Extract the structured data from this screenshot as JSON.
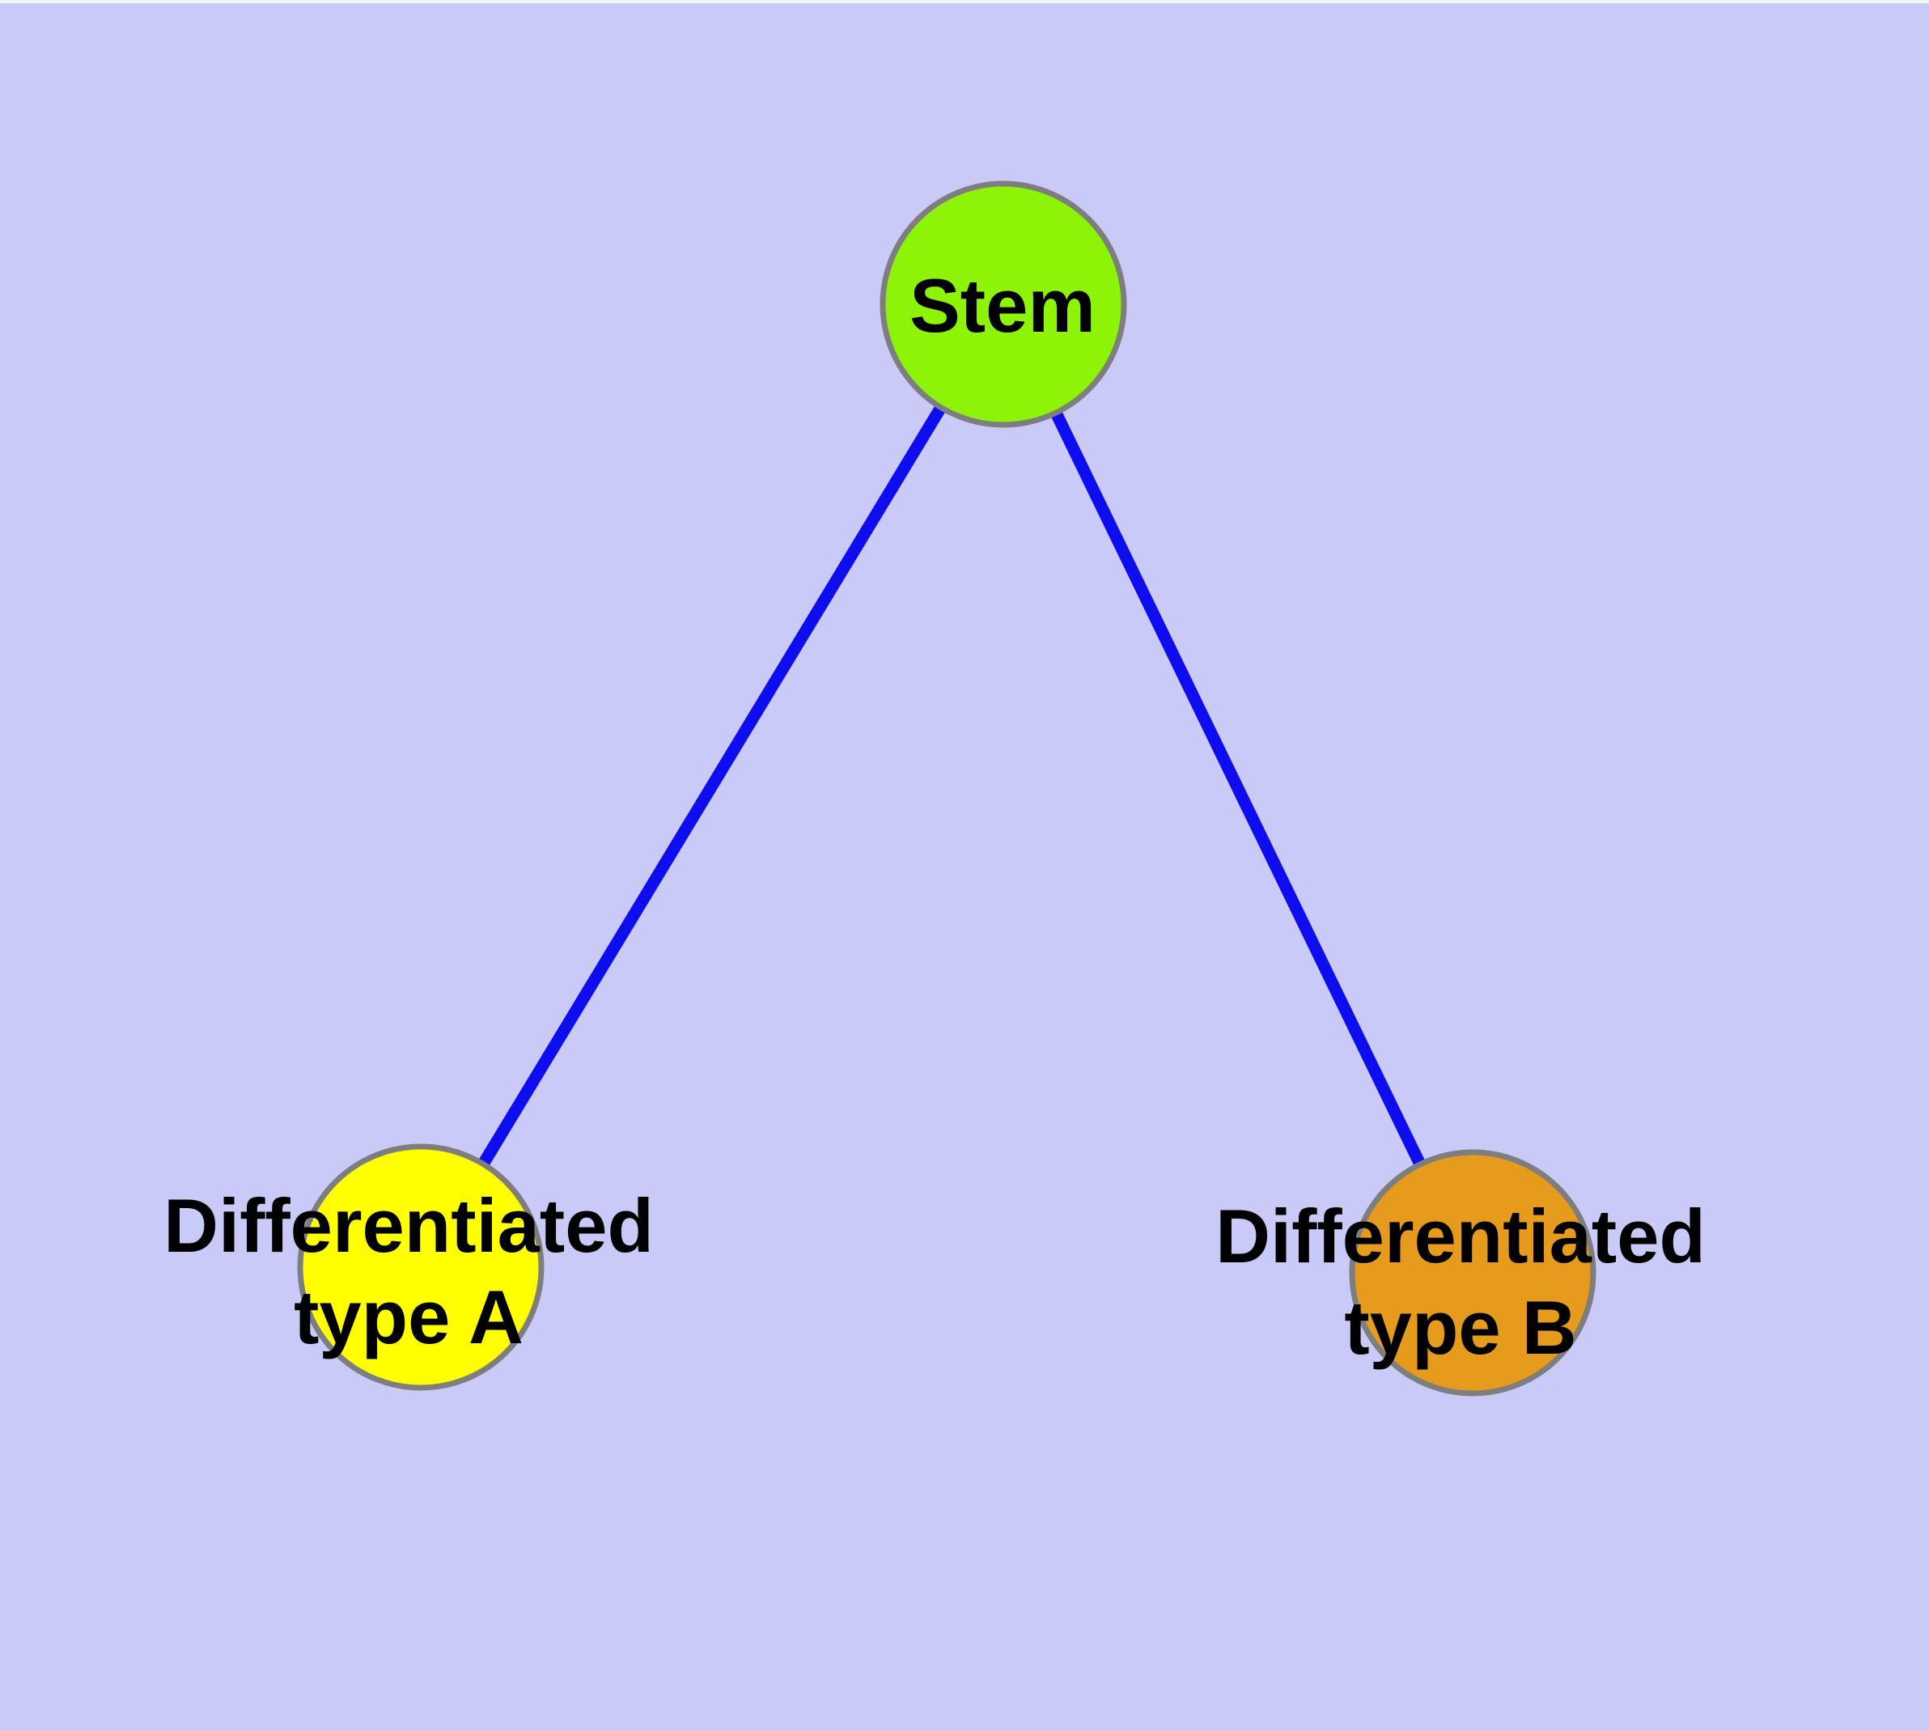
{
  "diagram": {
    "type": "graph",
    "background_color": "#CACAF8",
    "top_strip_color": "#F3F3F8",
    "edge_color": "#0D0DF0",
    "node_border_color": "#7E7E7E",
    "text_color": "#000000",
    "nodes": [
      {
        "id": "stem",
        "label": "Stem",
        "fill": "#8DF407"
      },
      {
        "id": "differentiated-type-a",
        "label_line1": "Differentiated",
        "label_line2": "type A",
        "fill": "#FFFF00"
      },
      {
        "id": "differentiated-type-b",
        "label_line1": "Differentiated",
        "label_line2": "type B",
        "fill": "#E69B1C"
      }
    ],
    "edges": [
      {
        "from": "stem",
        "to": "differentiated-type-a"
      },
      {
        "from": "stem",
        "to": "differentiated-type-b"
      }
    ]
  }
}
